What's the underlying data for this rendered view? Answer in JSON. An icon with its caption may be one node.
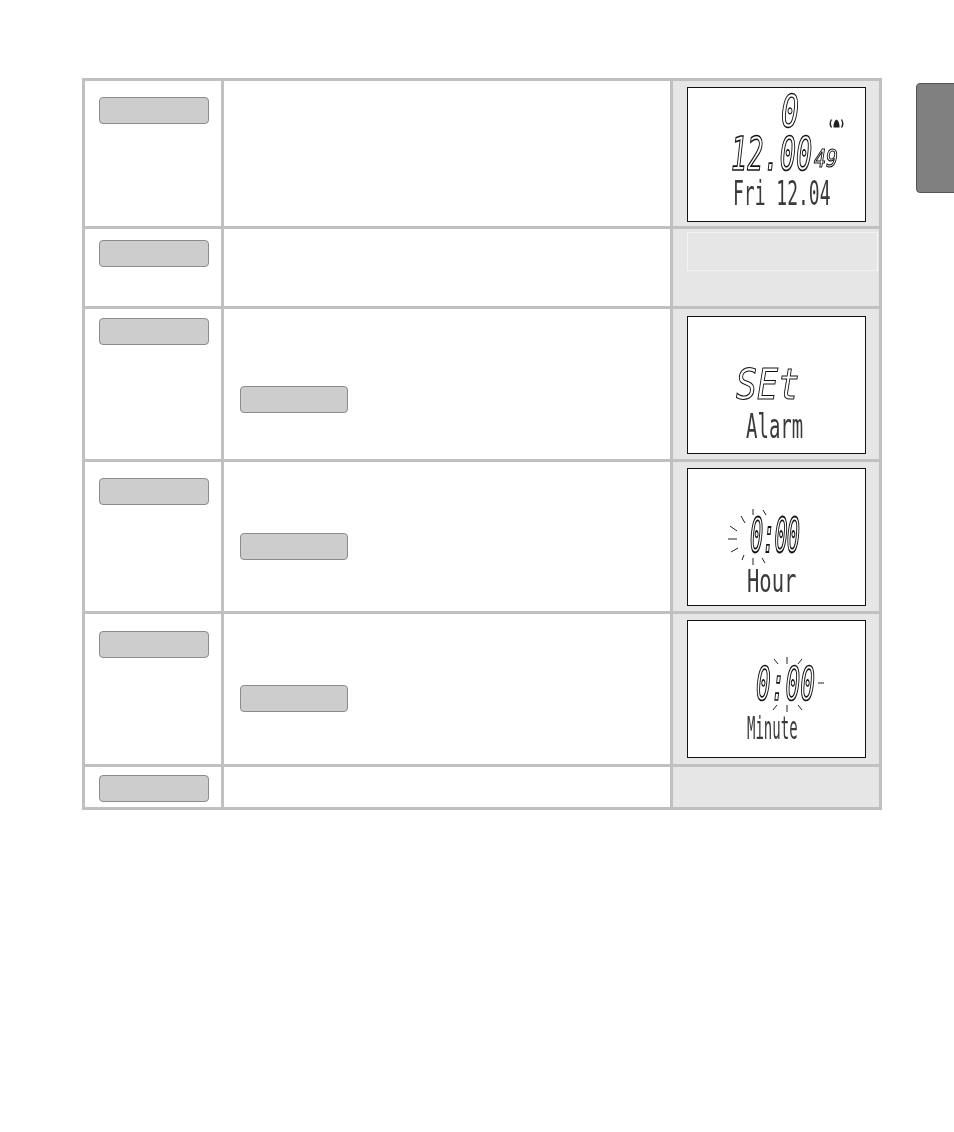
{
  "diagram": {
    "nodes": [
      {
        "text": [],
        "shape": "box"
      },
      {
        "text": [
          "0",
          "12.00",
          "49",
          "Fri 12.04"
        ]
      },
      {
        "text": [],
        "shape": "box"
      },
      {
        "text": [],
        "shape": "box"
      },
      {
        "text": [],
        "shape": "box"
      },
      {
        "text": [
          "SEt",
          "Alarm"
        ]
      },
      {
        "text": [],
        "shape": "box"
      },
      {
        "text": [],
        "shape": "box"
      },
      {
        "text": [
          "0:00",
          "Hour"
        ]
      },
      {
        "text": [],
        "shape": "box"
      },
      {
        "text": [],
        "shape": "box"
      },
      {
        "text": [
          "0:00",
          "Minute"
        ]
      },
      {
        "text": [],
        "shape": "box"
      },
      {
        "text": [],
        "shape": "box"
      }
    ]
  }
}
